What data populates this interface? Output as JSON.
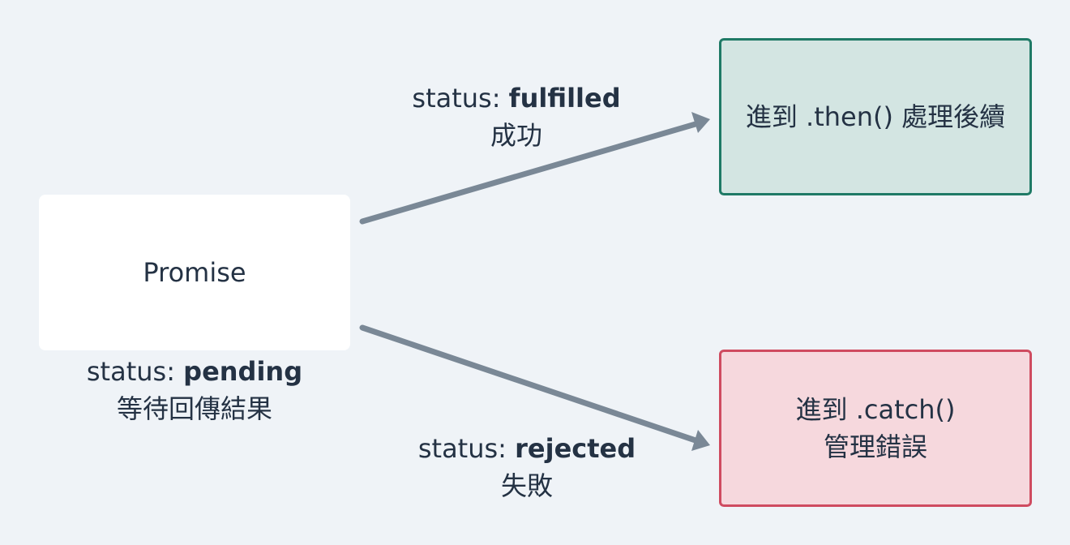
{
  "nodes": {
    "promise": {
      "label": "Promise"
    },
    "then": {
      "line1": "進到 .then() 處理後續"
    },
    "catch": {
      "line1": "進到 .catch()",
      "line2": "管理錯誤"
    }
  },
  "labels": {
    "pending": {
      "prefix": "status: ",
      "status": "pending",
      "description": "等待回傳結果"
    },
    "fulfilled": {
      "prefix": "status: ",
      "status": "fulfilled",
      "description": "成功"
    },
    "rejected": {
      "prefix": "status: ",
      "status": "rejected",
      "description": "失敗"
    }
  },
  "colors": {
    "background": "#eff3f7",
    "arrow": "#7a8896",
    "success_border": "#1f7a66",
    "success_fill": "#d3e5e2",
    "error_border": "#cf4b60",
    "error_fill": "#f6d8dd",
    "text": "#243244"
  }
}
